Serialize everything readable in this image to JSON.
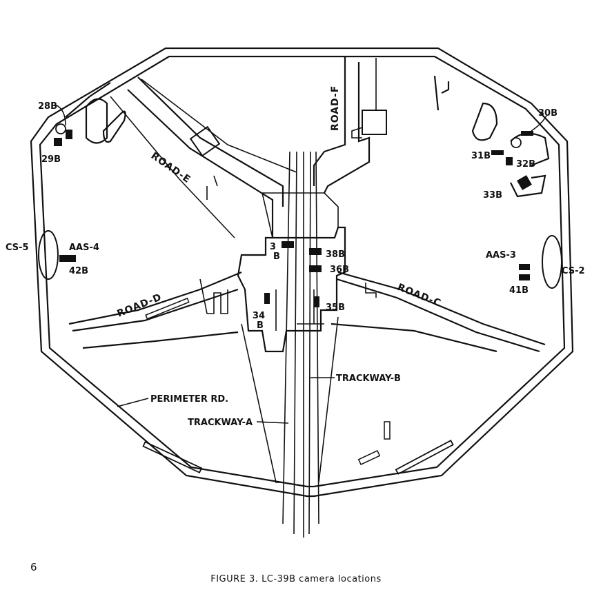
{
  "map": {
    "roads": {
      "road_f": "ROAD-F",
      "road_e": "ROAD-E",
      "road_d": "ROAD-D",
      "road_c": "ROAD-C",
      "perimeter": "PERIMETER RD."
    },
    "trackways": {
      "a": "TRACKWAY-A",
      "b": "TRACKWAY-B"
    },
    "stations": {
      "cs5": "CS-5",
      "cs2": "CS-2",
      "aas4": "AAS-4",
      "aas3": "AAS-3"
    },
    "cameras": {
      "c28b": "28B",
      "c29b": "29B",
      "c30b": "30B",
      "c31b": "31B",
      "c32b": "32B",
      "c33b": "33B",
      "c42b": "42B",
      "c41b": "41B",
      "c3b_top": "3",
      "c3b_bottom": "B",
      "c38b": "38B",
      "c36b": "36B",
      "c35b": "35B",
      "c34b_top": "34",
      "c34b_bottom": "B"
    }
  },
  "footer": {
    "page_number": "6",
    "caption": "FIGURE 3.  LC-39B camera locations"
  }
}
